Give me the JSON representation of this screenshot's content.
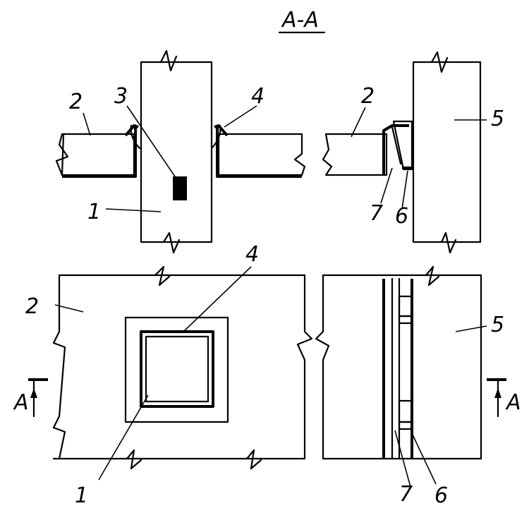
{
  "section_title": "А-А",
  "section_marker_letter": "А",
  "labels": {
    "pipe": "1",
    "slab": "2",
    "insert": "3",
    "sealant": "4",
    "wall": "5",
    "gasket": "6",
    "trim": "7"
  }
}
